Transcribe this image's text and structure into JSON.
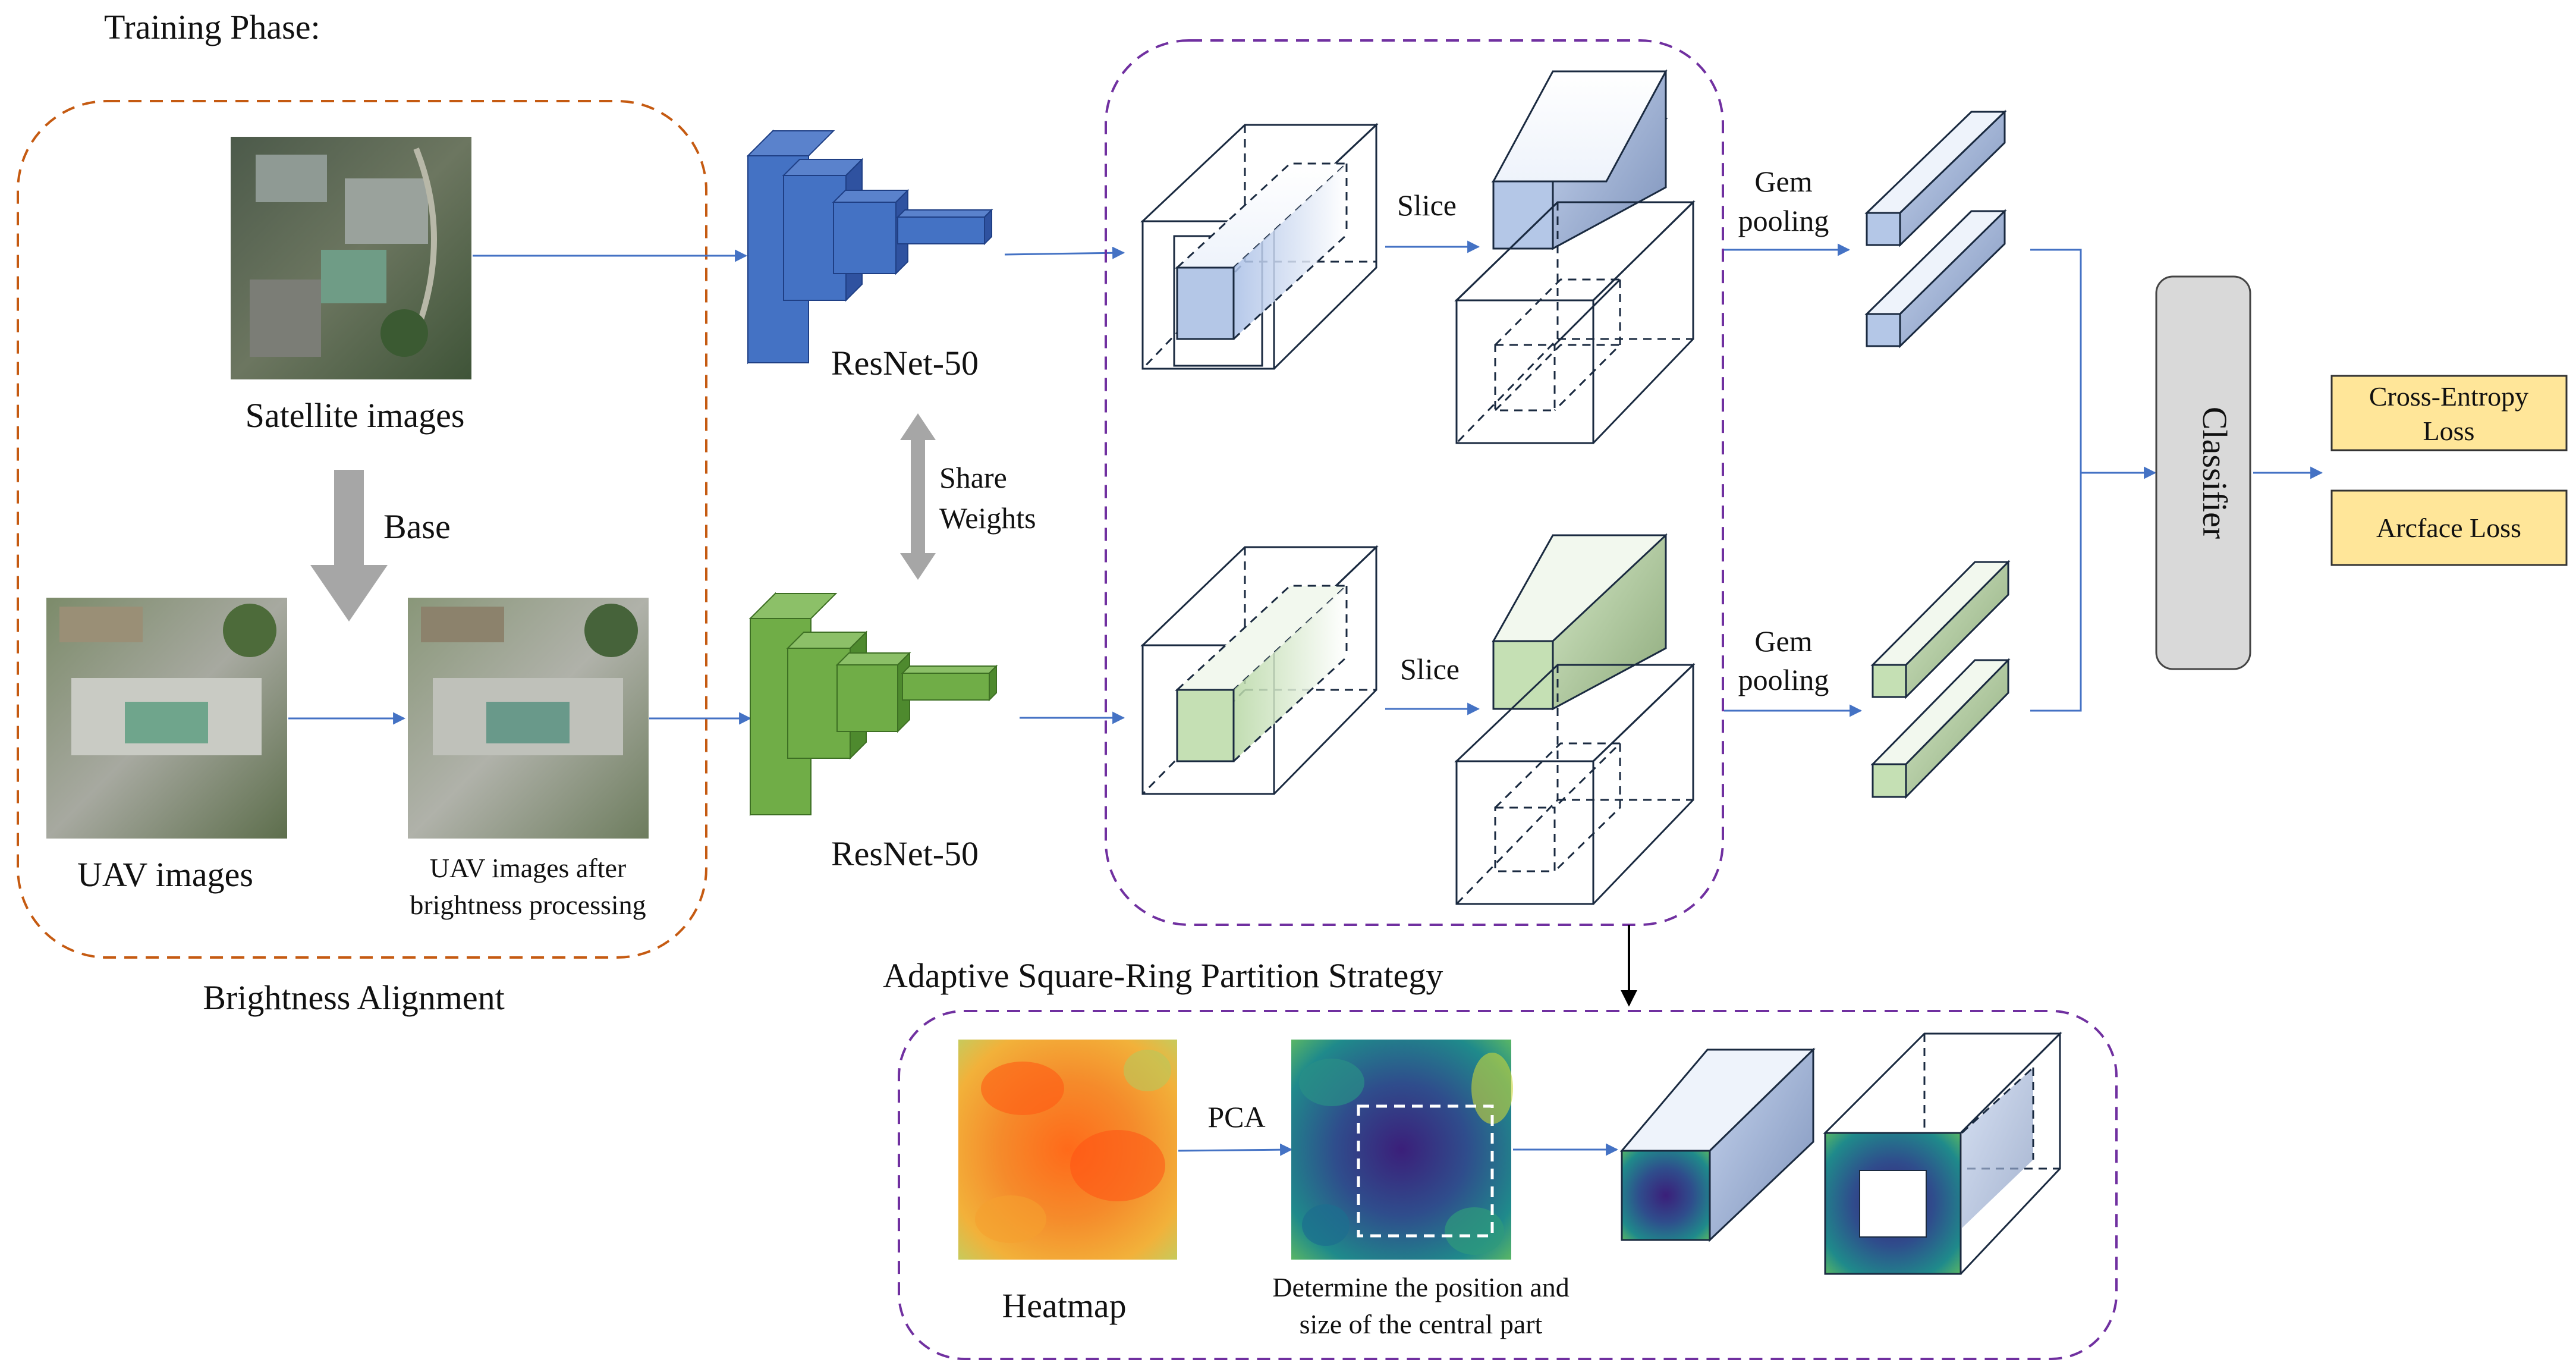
{
  "title": "Training Phase:",
  "brightness": {
    "satellite_label": "Satellite images",
    "base_label": "Base",
    "uav_label": "UAV images",
    "uav_processed_label_line1": "UAV images after",
    "uav_processed_label_line2": "brightness processing",
    "caption": "Brightness Alignment"
  },
  "backbone": {
    "top_label": "ResNet-50",
    "bottom_label": "ResNet-50",
    "share_line1": "Share",
    "share_line2": "Weights"
  },
  "partition": {
    "slice_top": "Slice",
    "slice_bottom": "Slice",
    "caption": "Adaptive Square-Ring Partition Strategy"
  },
  "pooling": {
    "top_line1": "Gem",
    "top_line2": "pooling",
    "bottom_line1": "Gem",
    "bottom_line2": "pooling"
  },
  "classifier": {
    "label": "Classifier"
  },
  "losses": {
    "cross_entropy_line1": "Cross-Entropy",
    "cross_entropy_line2": "Loss",
    "arcface": "Arcface Loss"
  },
  "strategy": {
    "heatmap_label": "Heatmap",
    "pca_label": "PCA",
    "determine_line1": "Determine the position and",
    "determine_line2": "size of the central part"
  },
  "colors": {
    "blue_dark": "#3a63b8",
    "blue_mid": "#4472c4",
    "blue_light": "#b4c7e7",
    "green_dark": "#4e8a2e",
    "green_mid": "#70ad47",
    "green_light": "#c5e0b4",
    "orange_dashed": "#c55a11",
    "purple_dashed": "#7030a0",
    "loss_fill": "#ffe699",
    "classifier_fill": "#d9d9d9",
    "arrow_blue": "#4472c4",
    "arrow_gray": "#a6a6a6"
  }
}
